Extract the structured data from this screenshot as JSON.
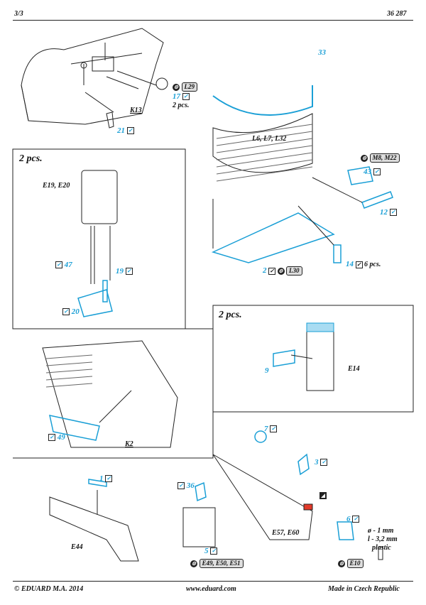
{
  "header": {
    "page": "3/3",
    "set_number": "36 287"
  },
  "footer": {
    "copyright": "© EDUARD  M.A. 2014",
    "website": "www.eduard.com",
    "origin": "Made in Czech Republic"
  },
  "colors": {
    "part_blue": "#1a9fd6",
    "part_fill": "#a9dcf2",
    "red_part": "#e23a2a",
    "line": "#222222"
  },
  "icons": {
    "check": "check-icon",
    "photo_etch": "photo-etch-icon",
    "paint_black": "paint-icon"
  },
  "glyphs": {
    "check": "✓",
    "pe": "⚙"
  },
  "section1": {
    "part21": "21",
    "part17": "17",
    "qty17": "2 pcs.",
    "ref_L29": "L29",
    "ref_K13": "K13"
  },
  "section2": {
    "part33": "33",
    "labels_L": "L6, L7, L32",
    "ref_M8": "M8, M22",
    "part43": "43",
    "part12": "12",
    "part2": "2",
    "ref_L30": "L30",
    "part14": "14",
    "qty14": "6 pcs."
  },
  "section3": {
    "qty": "2 pcs.",
    "labels_E": "E19, E20",
    "part47": "47",
    "part19": "19",
    "part20": "20"
  },
  "section4": {
    "qty": "2 pcs.",
    "part9": "9",
    "ref_E14": "E14"
  },
  "section5": {
    "part49": "49",
    "ref_K2": "K2"
  },
  "section6": {
    "part1": "1",
    "ref_E44": "E44",
    "part36": "36",
    "part5": "5",
    "refs_E49": "E49, E50, E51",
    "part7": "7",
    "part3": "3",
    "ref_E57": "E57, E60",
    "part6": "6",
    "note_d": "ø - 1 mm",
    "note_l": "l - 3,2 mm",
    "note_mat": "plastic",
    "ref_E10": "E10"
  }
}
